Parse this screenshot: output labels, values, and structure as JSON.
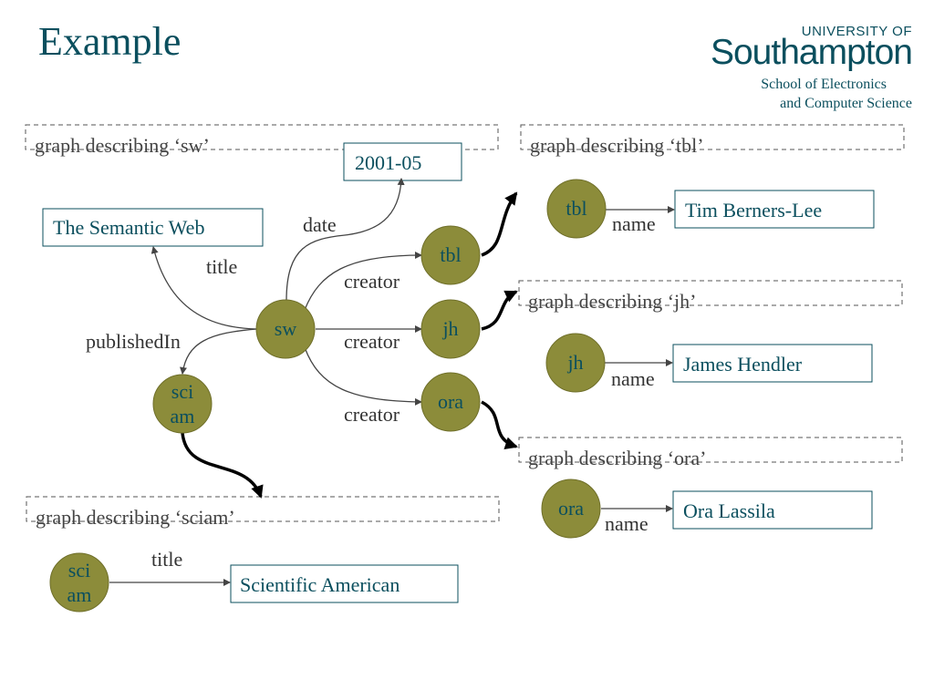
{
  "slide": {
    "title": "Example"
  },
  "logo": {
    "top": "UNIVERSITY OF",
    "main": "Southampton",
    "sub1": "School of Electronics",
    "sub2": "and Computer Science"
  },
  "graphs": {
    "sw": "graph describing ‘sw’",
    "tbl": "graph describing ‘tbl’",
    "jh": "graph describing ‘jh’",
    "ora": "graph describing ‘ora’",
    "sciam": "graph describing ‘sciam’"
  },
  "nodes": {
    "sw": "sw",
    "tbl": "tbl",
    "jh": "jh",
    "ora": "ora",
    "sciam_line1": "sci",
    "sciam_line2": "am"
  },
  "literals": {
    "date": "2001-05",
    "title": "The Semantic Web",
    "tbl_name": "Tim Berners-Lee",
    "jh_name": "James Hendler",
    "ora_name": "Ora Lassila",
    "sciam_title": "Scientific American"
  },
  "edges": {
    "date": "date",
    "title": "title",
    "publishedIn": "publishedIn",
    "creator": "creator",
    "name": "name"
  },
  "colors": {
    "node_fill": "#8c8c3a",
    "text": "#0b4f5e",
    "edge": "#444444"
  }
}
